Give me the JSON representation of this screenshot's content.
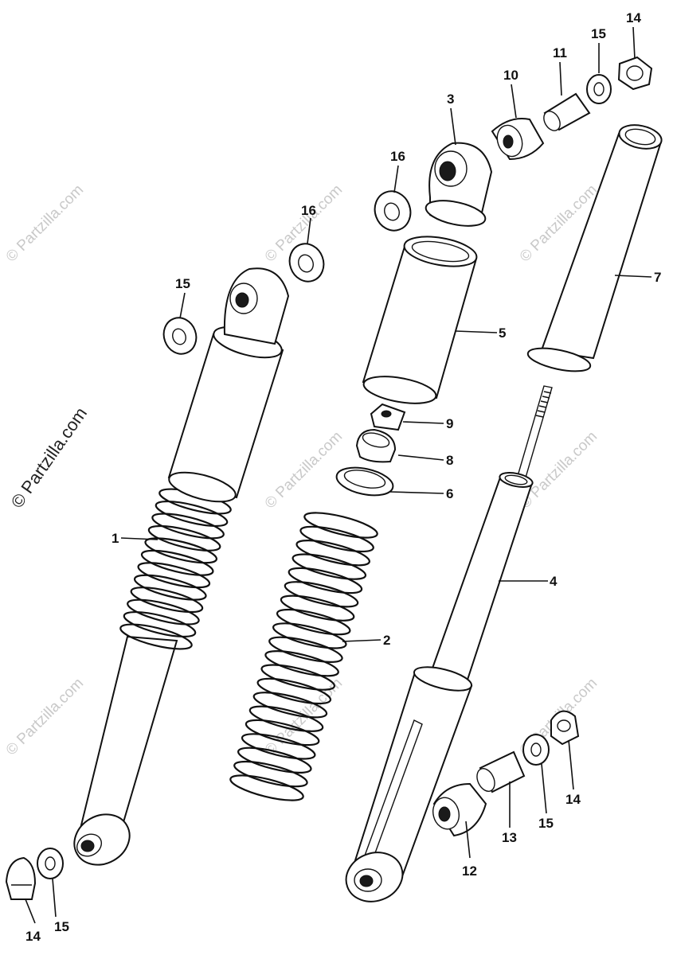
{
  "watermark": "© Partzilla.com",
  "callouts": [
    {
      "id": "c1",
      "text": "1"
    },
    {
      "id": "c2",
      "text": "2"
    },
    {
      "id": "c3",
      "text": "3"
    },
    {
      "id": "c4",
      "text": "4"
    },
    {
      "id": "c5",
      "text": "5"
    },
    {
      "id": "c6",
      "text": "6"
    },
    {
      "id": "c7",
      "text": "7"
    },
    {
      "id": "c8",
      "text": "8"
    },
    {
      "id": "c9",
      "text": "9"
    },
    {
      "id": "c10",
      "text": "10"
    },
    {
      "id": "c11",
      "text": "11"
    },
    {
      "id": "c12",
      "text": "12"
    },
    {
      "id": "c13",
      "text": "13"
    },
    {
      "id": "c14a",
      "text": "14"
    },
    {
      "id": "c14b",
      "text": "14"
    },
    {
      "id": "c14c",
      "text": "14"
    },
    {
      "id": "c15a",
      "text": "15"
    },
    {
      "id": "c15b",
      "text": "15"
    },
    {
      "id": "c15c",
      "text": "15"
    },
    {
      "id": "c15d",
      "text": "15"
    },
    {
      "id": "c16a",
      "text": "16"
    },
    {
      "id": "c16b",
      "text": "16"
    }
  ]
}
